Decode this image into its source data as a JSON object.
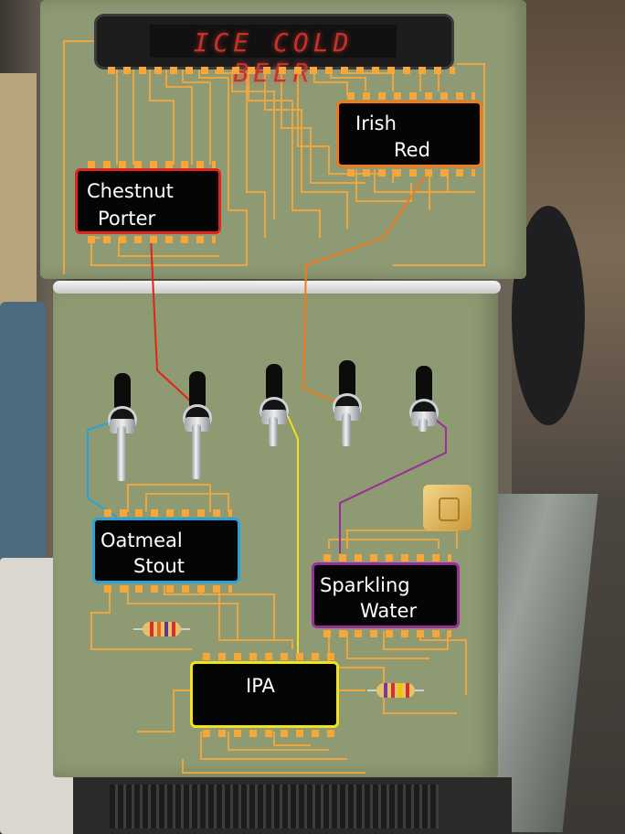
{
  "display": {
    "text": "ICE COLD BEER"
  },
  "taps": [
    {
      "name_line1": "Chestnut",
      "name_line2": "Porter",
      "color": "#e2231a"
    },
    {
      "name_line1": "Irish",
      "name_line2": "Red",
      "color": "#f07a1c"
    },
    {
      "name_line1": "Oatmeal",
      "name_line2": "Stout",
      "color": "#2aa3dc"
    },
    {
      "name_line1": "Sparkling",
      "name_line2": "Water",
      "color": "#9b2d9b"
    },
    {
      "name_line1": "IPA",
      "name_line2": "",
      "color": "#f1e21c"
    }
  ],
  "colors": {
    "fridge": "#8e9a74",
    "trace": "#f7a73a",
    "chip": "#050505",
    "display_text": "#c3322c"
  }
}
